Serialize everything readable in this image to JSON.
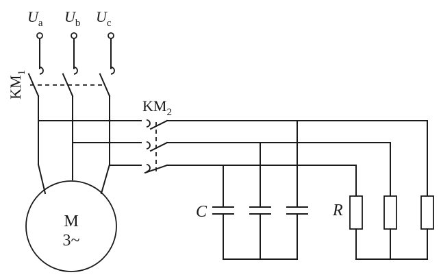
{
  "labels": {
    "supply": [
      {
        "main": "U",
        "sub": "a"
      },
      {
        "main": "U",
        "sub": "b"
      },
      {
        "main": "U",
        "sub": "c"
      }
    ],
    "km1": {
      "main": "KM",
      "sub": "1"
    },
    "km2": {
      "main": "KM",
      "sub": "2"
    },
    "motor_line1": "M",
    "motor_line2": "3~",
    "capacitor": "C",
    "resistor": "R"
  }
}
